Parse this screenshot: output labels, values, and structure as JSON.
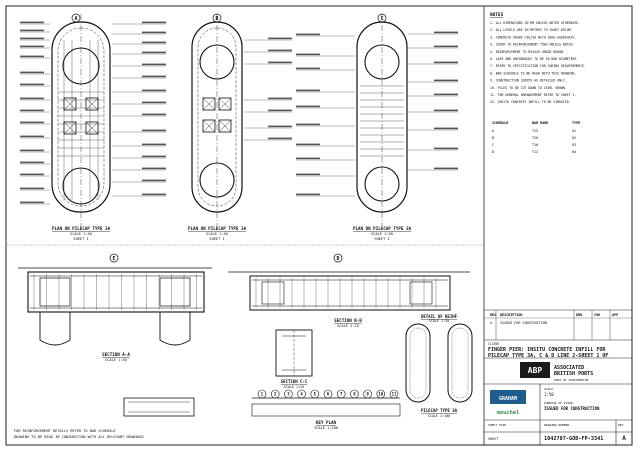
{
  "drawing": {
    "views": {
      "plan_typical": {
        "title": "PLAN ON PILECAP TYPE 3A",
        "sub1": "SCALE 1:50",
        "sub2": "SHEET 1"
      },
      "plan_type_3a": {
        "title": "PLAN ON PILECAP TYPE 3A",
        "sub1": "SCALE 1:50",
        "sub2": "SHEET 1"
      },
      "plan_pile_cap": {
        "title": "PLAN ON PILECAP TYPE 3A",
        "sub1": "SCALE 1:50",
        "sub2": "SHEET 2"
      },
      "section_a": {
        "title": "SECTION A-A",
        "sub": "SCALE 1:50"
      },
      "section_b": {
        "title": "SECTION B-B",
        "sub": "SCALE 1:25"
      },
      "section_c": {
        "title": "SECTION C-C",
        "sub": "SCALE 1:25"
      },
      "key_plan": {
        "title": "KEY PLAN",
        "sub": "SCALE 1:200"
      },
      "pile_detail": {
        "title": "DETAIL OF REINF",
        "sub": "SCALE 1:20"
      },
      "pilecap_plan_small": {
        "title": "PILECAP TYPE 3A",
        "sub": "SCALE 1:100"
      }
    },
    "callouts": {
      "a": "A",
      "b": "B",
      "c": "C",
      "d": "D",
      "e": "E"
    },
    "grid_bubbles": [
      "1",
      "2",
      "3",
      "4",
      "5",
      "6",
      "7",
      "8",
      "9",
      "10",
      "11"
    ],
    "notes": {
      "heading": "NOTES",
      "items": [
        "1.  ALL DIMENSIONS IN MM UNLESS NOTED OTHERWISE.",
        "2.  ALL LEVELS ARE IN METRES TO CHART DATUM.",
        "3.  CONCRETE GRADE C40/50 WITH 20mm AGGREGATE.",
        "4.  COVER TO REINFORCEMENT 75mm UNLESS NOTED.",
        "5.  REINFORCEMENT TO BS4449 GRADE B500B.",
        "6.  LAPS AND ANCHORAGES TO BE 50 BAR DIAMETERS.",
        "7.  REFER TO SPECIFICATION FOR CURING REQUIREMENTS.",
        "8.  BAR SCHEDULE TO BE READ WITH THIS DRAWING.",
        "9.  CONSTRUCTION JOINTS AS DETAILED ONLY.",
        "10. PILES TO BE CUT DOWN TO LEVEL SHOWN.",
        "11. FOR GENERAL ARRANGEMENT REFER TO SHEET 1.",
        "12. INSITU CONCRETE INFILL TO BE VIBRATED."
      ],
      "table_head": [
        "SCHEDULE",
        "BAR MARK",
        "TYPE"
      ],
      "table_rows": [
        [
          "A",
          "T25",
          "01"
        ],
        [
          "B",
          "T20",
          "02"
        ],
        [
          "C",
          "T16",
          "03"
        ],
        [
          "D",
          "T12",
          "04"
        ]
      ]
    },
    "bottom_notes": [
      "FOR REINFORCEMENT DETAILS REFER TO BAR SCHEDULE",
      "DRAWING TO BE READ IN CONJUNCTION WITH ALL RELEVANT DRAWINGS"
    ]
  },
  "title_block": {
    "client_small": "CLIENT",
    "project_label": "FINGER PIER: INSITU CONCRETE INFILL FOR",
    "project_line2": "PILECAP TYPE 3A, C & D LINE  2-SHEET 1 OF",
    "company": {
      "abbr": "ABP",
      "line1": "ASSOCIATED",
      "line2": "BRITISH PORTS",
      "sub": "PORT OF SOUTHAMPTON"
    },
    "consultant": "GRAHAM",
    "contractor": "mouchel",
    "status": "ISSUED FOR CONSTRUCTION",
    "scale": "1:50",
    "drawing_no": "1042787-GOD-FP-3341",
    "rev": "A",
    "sheet_label": "SHEET",
    "rev_label": "REV",
    "revision_rows": [
      [
        "A",
        "ISSUED FOR CONSTRUCTION",
        "",
        "",
        ""
      ]
    ],
    "rev_heads": [
      "REV",
      "DESCRIPTION",
      "DRN",
      "CHK",
      "APP"
    ],
    "purpose_label": "PURPOSE OF ISSUE",
    "drawing_number_label": "DRAWING NUMBER",
    "scale_label": "SCALE",
    "size_label": "SHEET SIZE"
  }
}
